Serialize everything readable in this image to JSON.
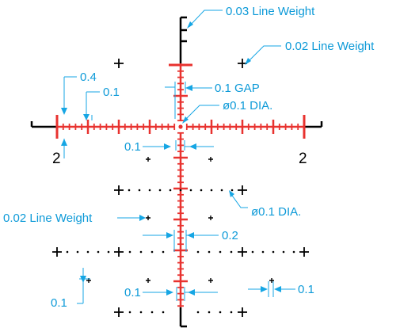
{
  "diagram": {
    "colors": {
      "reticle": "#e8322f",
      "outline": "#000000",
      "callout": "#16a6e4",
      "callout_text": "#0d9ad8"
    },
    "callouts": {
      "line_weight_003": "0.03 Line Weight",
      "line_weight_002_top": "0.02 Line Weight",
      "line_weight_002_left": "0.02 Line Weight",
      "gap": "0.1 GAP",
      "dia_center": "ø0.1 DIA.",
      "dia_dots": "ø0.1 DIA.",
      "dim_04": "0.4",
      "dim_01_top": "0.1",
      "dim_01_hash": "0.1",
      "dim_02": "0.2",
      "dim_01_bottom_left": "0.1",
      "dim_01_bottom_center": "0.1",
      "dim_01_bottom_right": "0.1"
    },
    "scale_labels": {
      "left": "2",
      "right": "2"
    }
  }
}
